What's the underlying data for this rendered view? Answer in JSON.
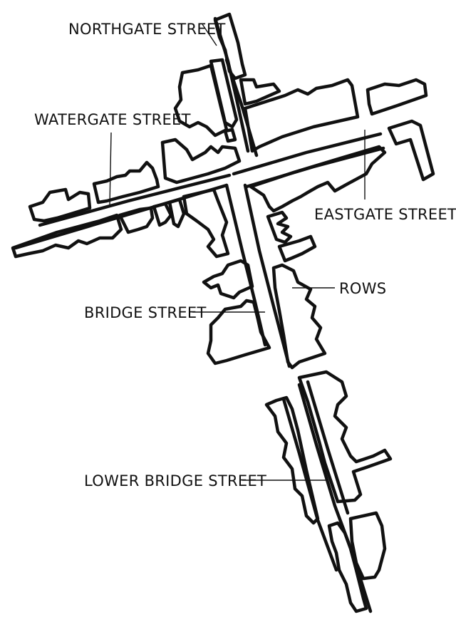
{
  "labels": {
    "northgate": "NORTHGATE STREET",
    "watergate": "WATERGATE STREET",
    "eastgate": "EASTGATE STREET",
    "rows": "ROWS",
    "bridge": "BRIDGE STREET",
    "lower_bridge": "LOWER BRIDGE STREET"
  },
  "colors": {
    "ink": "#111111",
    "paper": "#ffffff"
  }
}
